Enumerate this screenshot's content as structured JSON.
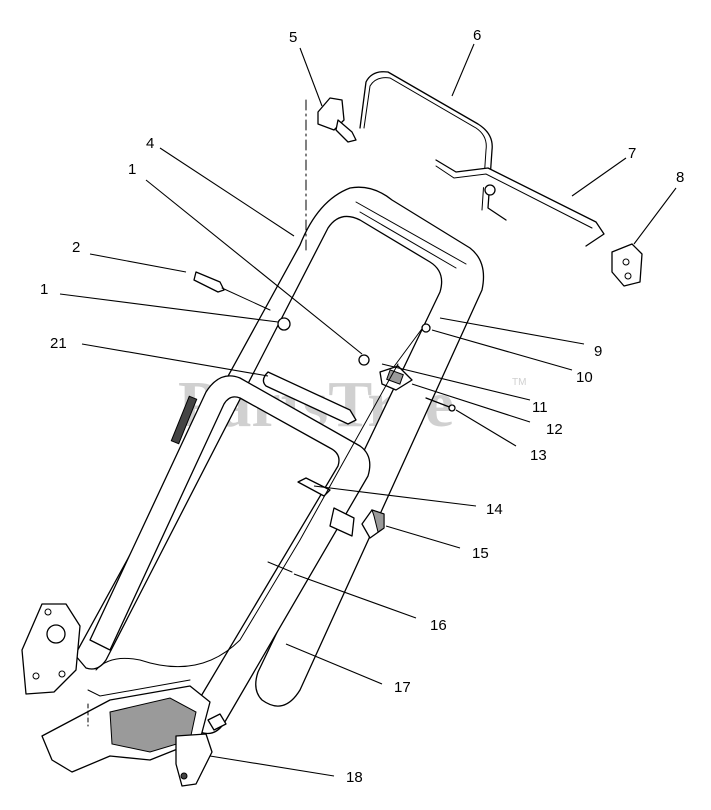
{
  "watermark": {
    "text": "PartsTree",
    "tm": "TM"
  },
  "callouts": [
    {
      "id": "c5",
      "label": "5"
    },
    {
      "id": "c6",
      "label": "6"
    },
    {
      "id": "c4",
      "label": "4"
    },
    {
      "id": "c1a",
      "label": "1"
    },
    {
      "id": "c7",
      "label": "7"
    },
    {
      "id": "c8",
      "label": "8"
    },
    {
      "id": "c2",
      "label": "2"
    },
    {
      "id": "c1b",
      "label": "1"
    },
    {
      "id": "c21",
      "label": "21"
    },
    {
      "id": "c9",
      "label": "9"
    },
    {
      "id": "c10",
      "label": "10"
    },
    {
      "id": "c11",
      "label": "11"
    },
    {
      "id": "c12",
      "label": "12"
    },
    {
      "id": "c13",
      "label": "13"
    },
    {
      "id": "c14",
      "label": "14"
    },
    {
      "id": "c15",
      "label": "15"
    },
    {
      "id": "c16",
      "label": "16"
    },
    {
      "id": "c17",
      "label": "17"
    },
    {
      "id": "c18",
      "label": "18"
    }
  ]
}
